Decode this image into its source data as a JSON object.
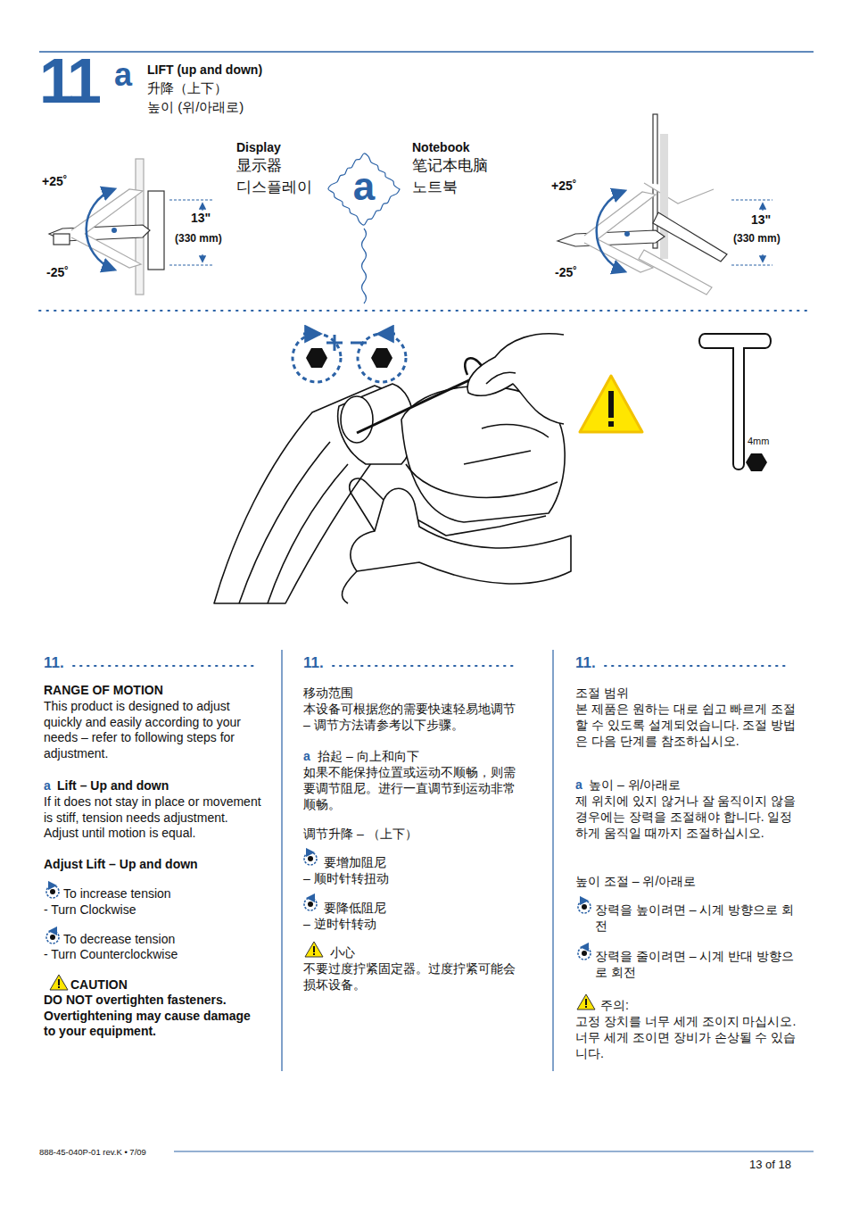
{
  "diagram": {
    "nodes": [
      {
        "text": [
          "a"
        ]
      }
    ],
    "labels": [
      "11",
      "a",
      "LIFT (up and down)",
      "升降（上下）",
      "높이 (위/아래로)",
      "Display",
      "显示器",
      "디스플레이",
      "Notebook",
      "笔记本电脑",
      "노트북",
      "+25˚",
      "-25˚",
      "13\"",
      "(330 mm)",
      "+25˚",
      "-25˚",
      "13\"",
      "(330 mm)",
      "4mm",
      "11.",
      "RANGE OF MOTION",
      "This product is designed to adjust quickly and easily according to your needs – refer to following steps for adjustment.",
      "a",
      "Lift – Up and down",
      "If it does not stay in place or movement is stiff, tension needs adjustment. Adjust until motion is equal.",
      "Adjust Lift – Up and down",
      "To increase tension",
      "- Turn Clockwise",
      "To decrease tension",
      "- Turn Counterclockwise",
      "CAUTION",
      "DO NOT overtighten fasteners. Overtightening may cause damage to your equipment.",
      "11.",
      "移动范围",
      "本设备可根据您的需要快速轻易地调节 – 调节方法请参考以下步骤。",
      "a",
      "抬起 – 向上和向下",
      "如果不能保持位置或运动不顺畅，则需要调节阻尼。进行一直调节到运动非常顺畅。",
      "调节升降 – （上下）",
      "要增加阻尼",
      "– 顺时针转扭动",
      "要降低阻尼",
      "– 逆时针转动",
      "小心",
      "不要过度拧紧固定器。过度拧紧可能会损坏设备。",
      "11.",
      "조절 범위",
      "본 제품은 원하는 대로 쉽고 빠르게 조절할 수 있도록 설계되었습니다. 조절 방법은 다음 단계를 참조하십시오.",
      "a",
      "높이 – 위/아래로",
      "제 위치에 있지 않거나 잘 움직이지 않을 경우에는 장력을 조절해야 합니다. 일정하게 움직일 때까지 조절하십시오.",
      "높이 조절 – 위/아래로",
      "장력을 높이려면 – 시계 방향으로 회전",
      "장력을 줄이려면 – 시계 반대 방향으로 회전",
      "주의:",
      "고정 장치를 너무 세게 조이지 마십시오. 너무 세게 조이면 장비가 손상될 수 있습니다.",
      "888-45-040P-01 rev.K • 7/09",
      "13 of 18"
    ]
  }
}
